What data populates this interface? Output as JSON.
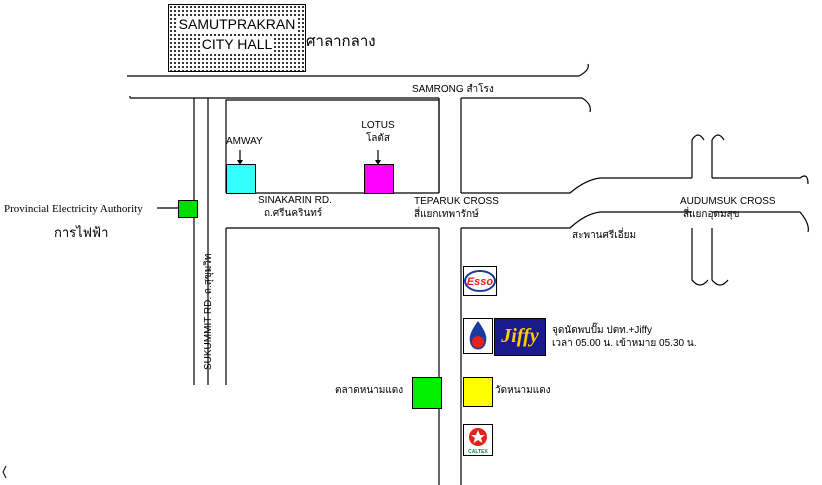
{
  "city_hall": {
    "line1": "SAMUTPRAKRAN",
    "line2": "CITY HALL",
    "thai": "ศาลากลาง"
  },
  "roads": {
    "samrong": "SAMRONG  สำโรง",
    "sinakarin_en": "SINAKARIN RD.",
    "sinakarin_th": "ถ.ศรีนครินทร์",
    "sukhumvit": "SUKUMMIT RD.  ถ.สุขุมวิท"
  },
  "crossings": {
    "teparuk_en": "TEPARUK CROSS",
    "teparuk_th": "สี่แยกเทพารักษ์",
    "audumsuk_en": "AUDUMSUK CROSS",
    "audumsuk_th": "สี่แยกอุดมสุข",
    "bridge": "สะพานศรีเอี่ยม"
  },
  "places": {
    "amway": "AMWAY",
    "lotus_en": "LOTUS",
    "lotus_th": "โลตัส",
    "pea_en": "Provincial Electricity Authority",
    "pea_th": "การไฟฟ้า",
    "market": "ตลาดหนามแดง",
    "temple": "วัดหนามแดง"
  },
  "brands": {
    "esso": "Esso",
    "jiffy": "Jiffy",
    "caltex": "CALTEX"
  },
  "meeting": {
    "line1": "จุดนัดพบปั๊ม ปตท.+Jiffy",
    "line2": "เวลา 05.00 น. เข้าหมาย 05.30 น."
  },
  "colors": {
    "amway": "#33ffff",
    "lotus": "#ff00ff",
    "pea": "#00dd00",
    "market": "#00ee00",
    "temple": "#ffff00",
    "jiffy_bg": "#1a1a8c",
    "jiffy_text": "#ffcc00",
    "esso_red": "#e2231a",
    "esso_blue": "#1a3a9c",
    "ptt_blue": "#1a3a9c",
    "ptt_red": "#e2231a",
    "caltex_red": "#e2231a",
    "caltex_green": "#0a8a3a"
  }
}
